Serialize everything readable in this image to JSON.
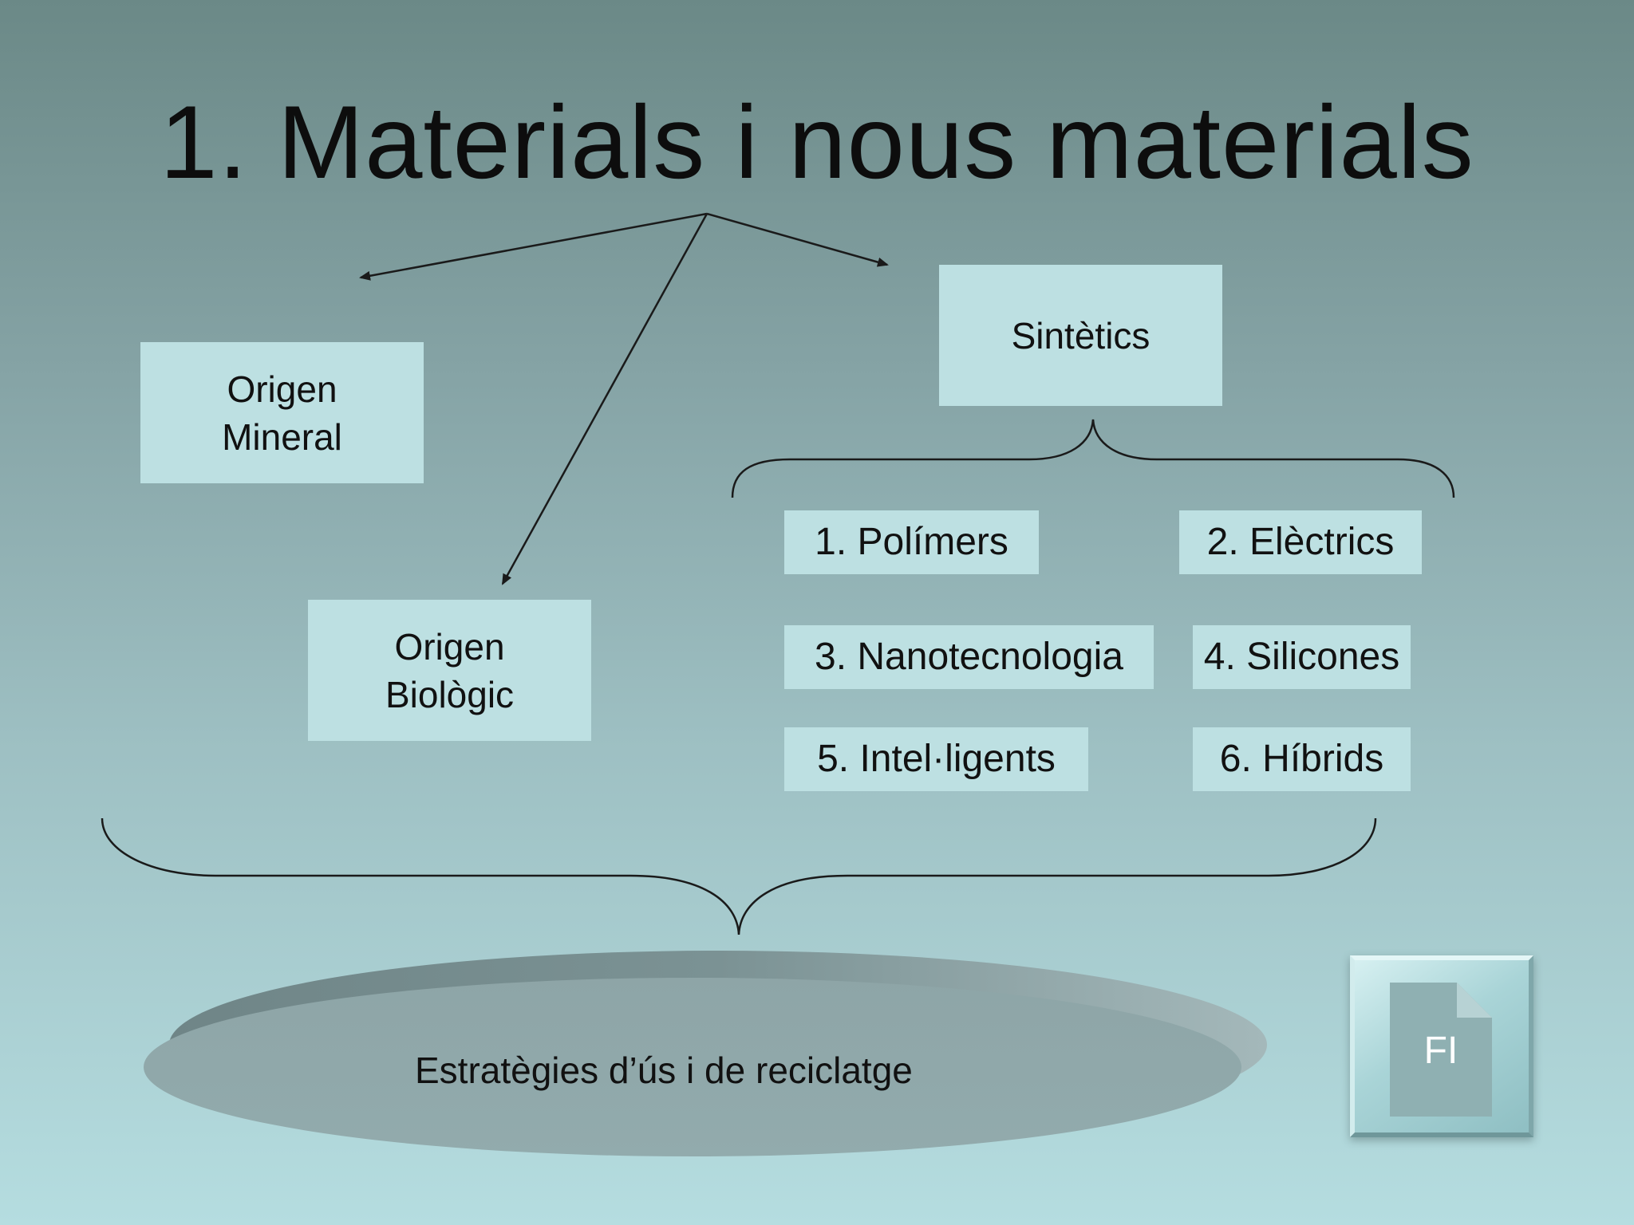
{
  "title": "1. Materials i nous materials",
  "categories": {
    "mineral": "Origen\nMineral",
    "biological": "Origen\nBiològic",
    "synthetic": "Sintètics"
  },
  "synthetic_types": [
    "1. Polímers",
    "2. Elèctrics",
    "3. Nanotecnologia",
    "4. Silicones",
    "5. Intel·ligents",
    "6. Híbrids"
  ],
  "conclusion": "Estratègies d’ús i de reciclatge",
  "fi_button": {
    "label": "FI",
    "icon": "document-icon"
  },
  "colors": {
    "box_fill": "#bde0e2",
    "disc_fill": "#8fa9ab",
    "line": "#1a1a1a"
  }
}
